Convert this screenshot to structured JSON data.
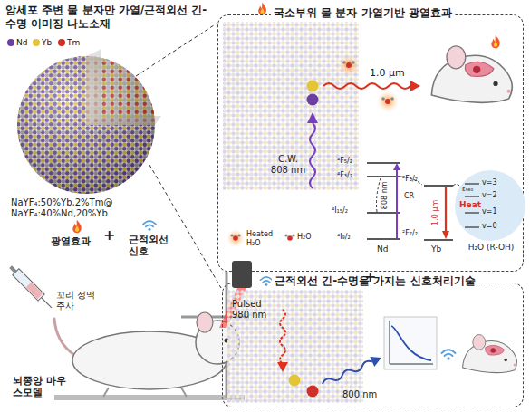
{
  "diagram": {
    "title": "암세포 주변 물 분자만 가열/근적외선 긴-수명 이미징 나노소재",
    "nodes": [
      {
        "text": [
          "국소부위 물 분자 가열기반 광열효과"
        ]
      },
      {
        "text": [
          "v=3",
          "ε₉₈₀",
          "v=2",
          "Heat",
          "v=1",
          "v=0"
        ],
        "in": 0
      },
      {
        "text": [
          "근적외선 긴-수명을 가지는 신호처리기술"
        ]
      }
    ],
    "labels": [
      "NaYF₄:50%Yb,2%Tm@ NaYF₄:40%Nd,20%Yb",
      "광열효과",
      "+",
      "근적외선 신호",
      "꼬리 정맥주사",
      "뇌종양 마우스모델",
      "1.0 μm",
      "C.W. 808 nm",
      "⁴F₅/₂",
      "⁴F₃/₂",
      "⁴I₁₅/₂",
      "⁴I₉/₂",
      "²F₅/₂",
      "CR",
      "808 nm",
      "1.0 μm",
      "²F₇/₂",
      "Nd",
      "Yb",
      "H₂O (R-OH)",
      "Heated H₂O",
      "H₂O",
      "+",
      "Pulsed 980 nm",
      "800 nm"
    ],
    "legend": [
      {
        "text": "Nd",
        "color": "#6b3fa0"
      },
      {
        "text": "Yb",
        "color": "#e3c537"
      },
      {
        "text": "Tm",
        "color": "#d12f2a"
      }
    ]
  }
}
